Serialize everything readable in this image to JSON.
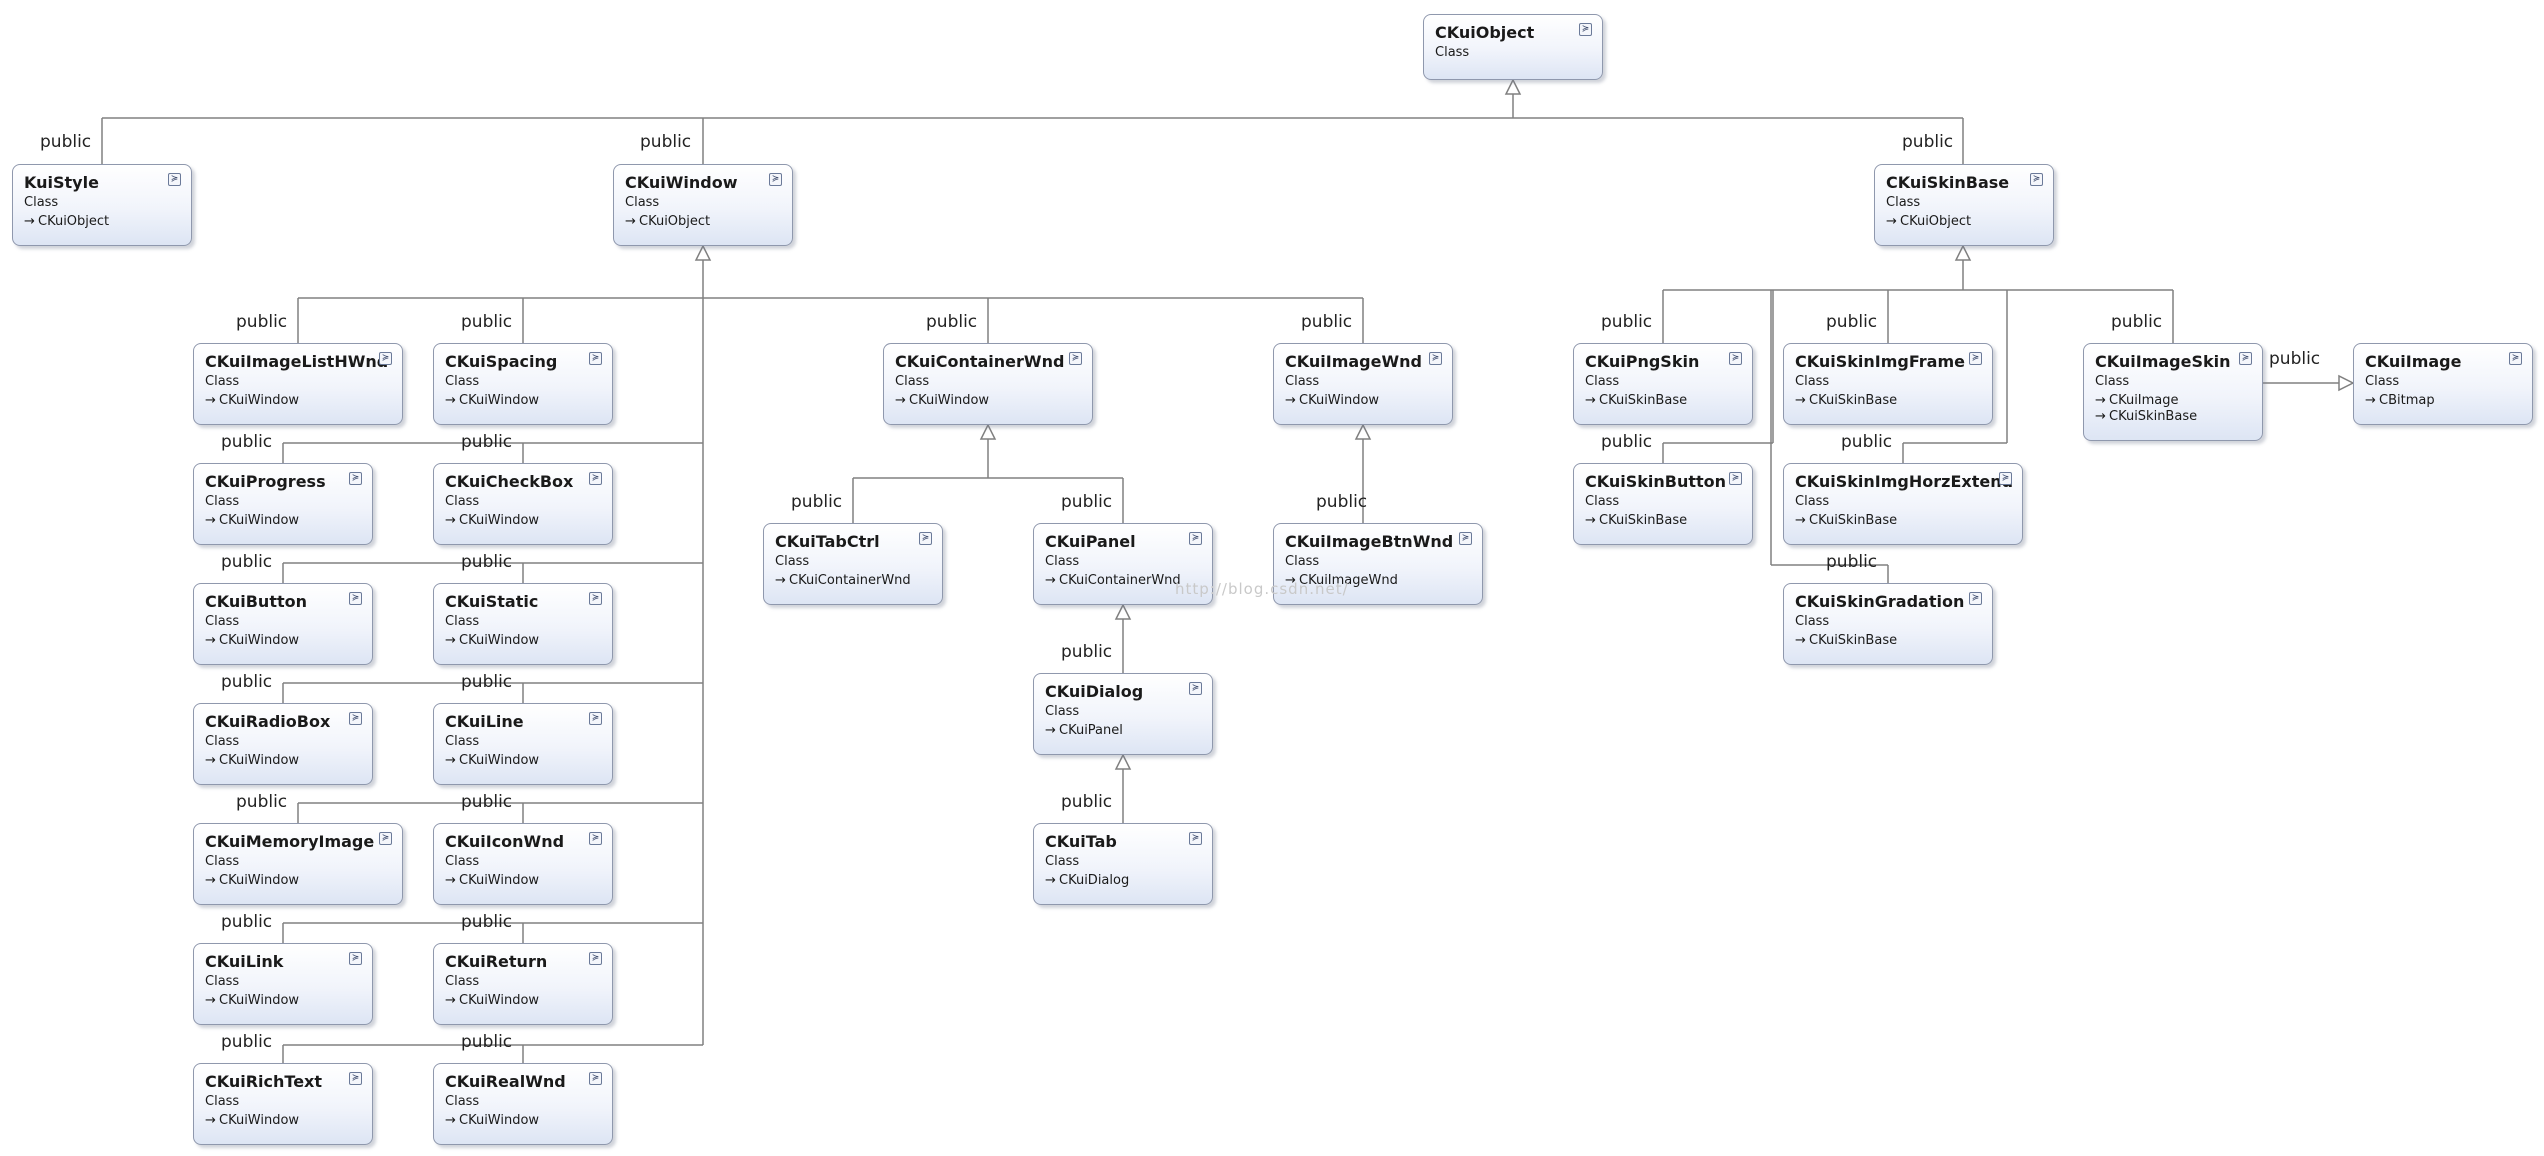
{
  "kind_label": "Class",
  "relation_label": "public",
  "watermark": "http://blog.csdn.net/",
  "colors": {
    "line": "#808080",
    "node_border": "#8f98ad",
    "node_fill": "#e4eaf6"
  },
  "icons": {
    "toggle": "chevron-collapse-icon",
    "base_arrow": "inherits-arrow-icon"
  },
  "nodes": {
    "CKuiObject": {
      "name": "CKuiObject",
      "bases": []
    },
    "KuiStyle": {
      "name": "KuiStyle",
      "bases": [
        "CKuiObject"
      ]
    },
    "CKuiWindow": {
      "name": "CKuiWindow",
      "bases": [
        "CKuiObject"
      ]
    },
    "CKuiSkinBase": {
      "name": "CKuiSkinBase",
      "bases": [
        "CKuiObject"
      ]
    },
    "CKuiImageListHWnd": {
      "name": "CKuiImageListHWnd",
      "bases": [
        "CKuiWindow"
      ]
    },
    "CKuiSpacing": {
      "name": "CKuiSpacing",
      "bases": [
        "CKuiWindow"
      ]
    },
    "CKuiContainerWnd": {
      "name": "CKuiContainerWnd",
      "bases": [
        "CKuiWindow"
      ]
    },
    "CKuiImageWnd": {
      "name": "CKuiImageWnd",
      "bases": [
        "CKuiWindow"
      ]
    },
    "CKuiProgress": {
      "name": "CKuiProgress",
      "bases": [
        "CKuiWindow"
      ]
    },
    "CKuiCheckBox": {
      "name": "CKuiCheckBox",
      "bases": [
        "CKuiWindow"
      ]
    },
    "CKuiButton": {
      "name": "CKuiButton",
      "bases": [
        "CKuiWindow"
      ]
    },
    "CKuiStatic": {
      "name": "CKuiStatic",
      "bases": [
        "CKuiWindow"
      ]
    },
    "CKuiRadioBox": {
      "name": "CKuiRadioBox",
      "bases": [
        "CKuiWindow"
      ]
    },
    "CKuiLine": {
      "name": "CKuiLine",
      "bases": [
        "CKuiWindow"
      ]
    },
    "CKuiMemoryImage": {
      "name": "CKuiMemoryImage",
      "bases": [
        "CKuiWindow"
      ]
    },
    "CKuiIconWnd": {
      "name": "CKuiIconWnd",
      "bases": [
        "CKuiWindow"
      ]
    },
    "CKuiLink": {
      "name": "CKuiLink",
      "bases": [
        "CKuiWindow"
      ]
    },
    "CKuiReturn": {
      "name": "CKuiReturn",
      "bases": [
        "CKuiWindow"
      ]
    },
    "CKuiRichText": {
      "name": "CKuiRichText",
      "bases": [
        "CKuiWindow"
      ]
    },
    "CKuiRealWnd": {
      "name": "CKuiRealWnd",
      "bases": [
        "CKuiWindow"
      ]
    },
    "CKuiTabCtrl": {
      "name": "CKuiTabCtrl",
      "bases": [
        "CKuiContainerWnd"
      ]
    },
    "CKuiPanel": {
      "name": "CKuiPanel",
      "bases": [
        "CKuiContainerWnd"
      ]
    },
    "CKuiDialog": {
      "name": "CKuiDialog",
      "bases": [
        "CKuiPanel"
      ]
    },
    "CKuiTab": {
      "name": "CKuiTab",
      "bases": [
        "CKuiDialog"
      ]
    },
    "CKuiImageBtnWnd": {
      "name": "CKuiImageBtnWnd",
      "bases": [
        "CKuiImageWnd"
      ]
    },
    "CKuiPngSkin": {
      "name": "CKuiPngSkin",
      "bases": [
        "CKuiSkinBase"
      ]
    },
    "CKuiSkinImgFrame": {
      "name": "CKuiSkinImgFrame",
      "bases": [
        "CKuiSkinBase"
      ]
    },
    "CKuiImageSkin": {
      "name": "CKuiImageSkin",
      "bases": [
        "CKuiImage",
        "CKuiSkinBase"
      ]
    },
    "CKuiImage": {
      "name": "CKuiImage",
      "bases": [
        "CBitmap"
      ]
    },
    "CKuiSkinButton": {
      "name": "CKuiSkinButton",
      "bases": [
        "CKuiSkinBase"
      ]
    },
    "CKuiSkinImgHorzExtend": {
      "name": "CKuiSkinImgHorzExtend",
      "bases": [
        "CKuiSkinBase"
      ]
    },
    "CKuiSkinGradation": {
      "name": "CKuiSkinGradation",
      "bases": [
        "CKuiSkinBase"
      ]
    }
  }
}
